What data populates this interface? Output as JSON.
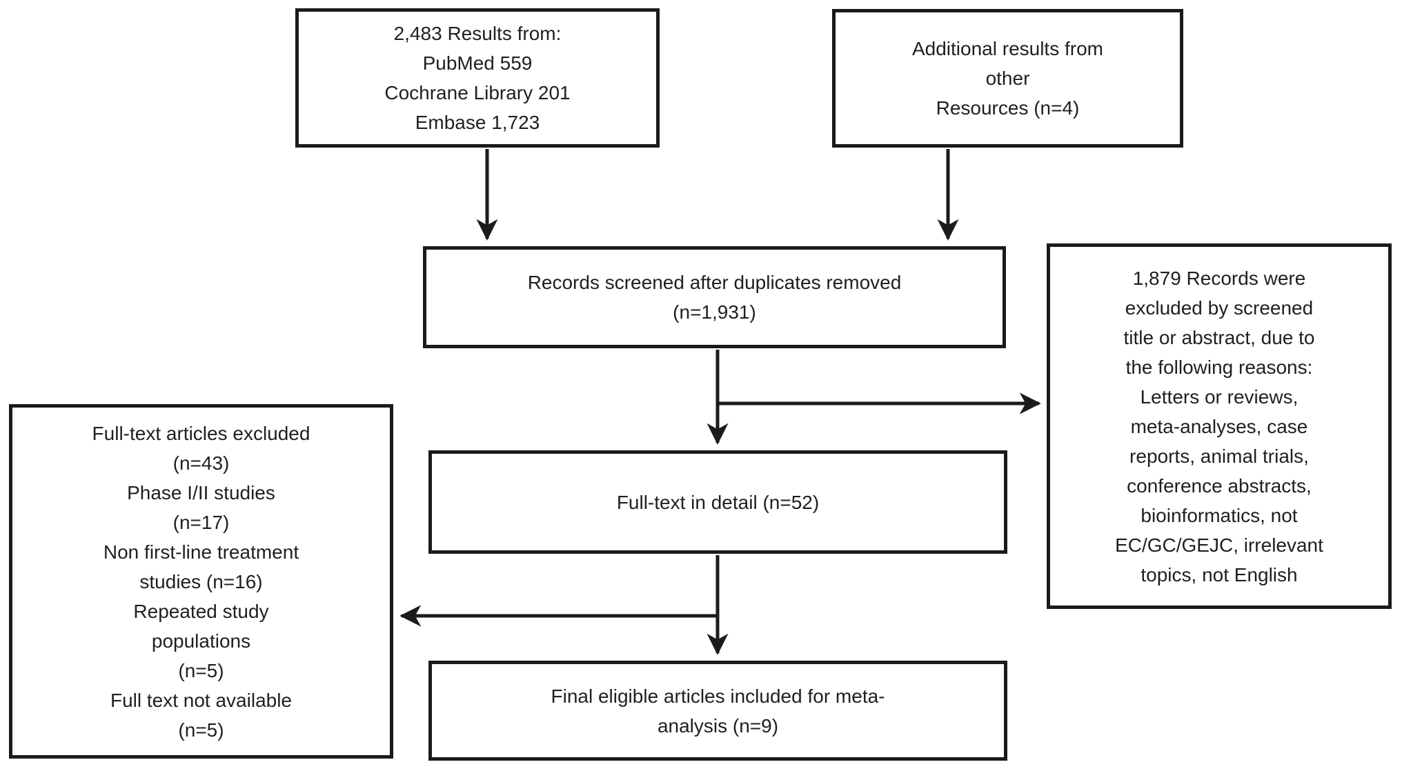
{
  "diagram": {
    "type": "flowchart",
    "colors": {
      "ink": "#1b1b1b",
      "background": "#ffffff",
      "text": "#1f1f1f"
    },
    "boxes": {
      "search_results": "2,483 Results from:\nPubMed 559\nCochrane Library 201\nEmbase 1,723",
      "additional_results": "Additional results from\nother\nResources (n=4)",
      "records_screened": "Records screened after duplicates removed\n(n=1,931)",
      "records_excluded": "1,879 Records were\nexcluded by screened\ntitle or abstract, due to\nthe following reasons:\nLetters or reviews,\nmeta-analyses, case\nreports, animal trials,\nconference abstracts,\nbioinformatics, not\nEC/GC/GEJC, irrelevant\ntopics, not English",
      "fulltext_detail": "Full-text in detail (n=52)",
      "fulltext_excluded": "Full-text articles excluded\n(n=43)\nPhase I/II studies\n(n=17)\nNon first-line treatment\nstudies (n=16)\nRepeated study\npopulations\n(n=5)\nFull text not available\n(n=5)",
      "final_included": "Final eligible articles included for meta-\nanalysis (n=9)"
    }
  }
}
